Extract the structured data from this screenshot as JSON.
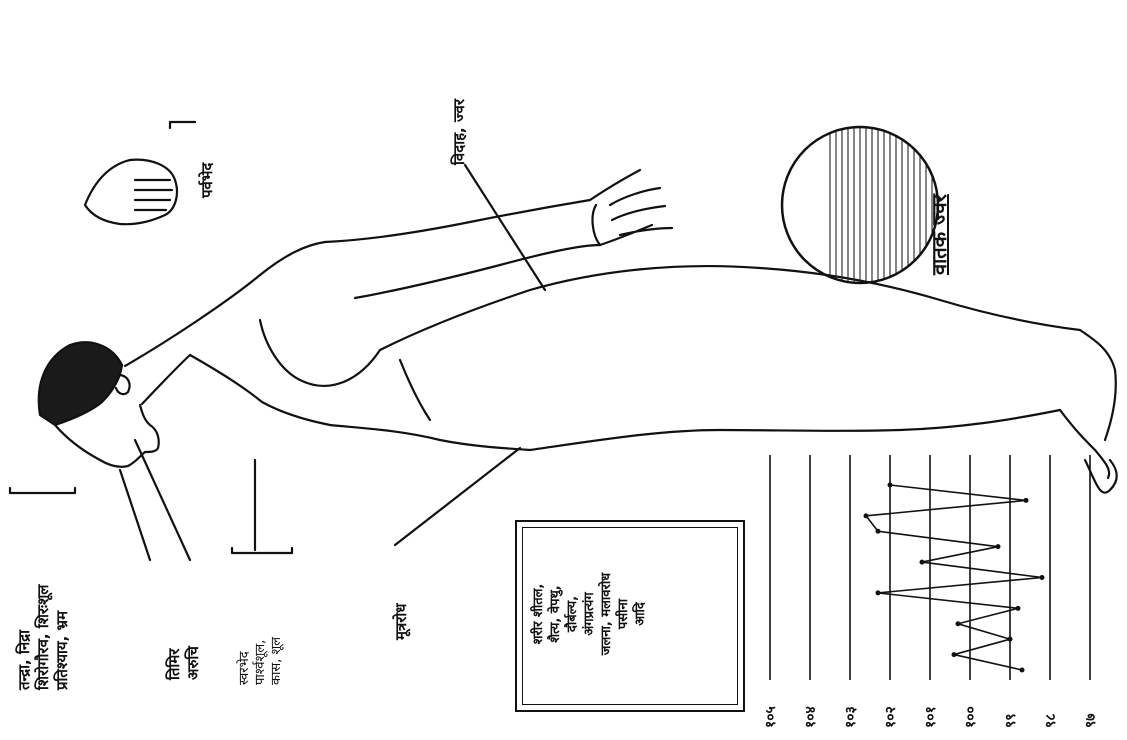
{
  "labels": {
    "head_symptoms": [
      "तन्द्रा, निद्रा",
      "शिरोगौरव, शिरःशूल",
      "प्रतिश्याय, भ्रम"
    ],
    "eye_symptoms": [
      "तिमिर",
      "अरुचि"
    ],
    "throat_symptoms": [
      "स्वरभेद",
      "पार्श्वशूल,",
      "कास, शूल"
    ],
    "abdomen_label": "मूत्ररोध",
    "arm_label": "विदाह, ज्वर",
    "hand_label": "पर्वभेद",
    "fever_type": "वातक ज्वर"
  },
  "box_symptoms": [
    "शरीर शीतल,",
    "शैत्य, वेपथु,",
    "दौर्बल्य,",
    "अंगप्रत्यंग",
    "जलना, मलावरोध",
    "पसीना",
    "आदि"
  ],
  "chart_data": {
    "type": "line",
    "title": "",
    "xlabel": "",
    "ylabel": "",
    "y_ticks": [
      "१०५",
      "१०४",
      "१०३",
      "१०२",
      "१०१",
      "१००",
      "९९",
      "९८",
      "९७"
    ],
    "ylim": [
      97,
      105
    ],
    "grid": true,
    "series": [
      {
        "values": [
          98.7,
          100.4,
          99.0,
          100.3,
          98.8,
          102.3,
          98.2,
          101.2,
          99.3,
          102.3,
          102.6,
          98.6,
          102.0
        ]
      }
    ]
  },
  "colors": {
    "ink": "#111111",
    "paper": "#ffffff",
    "hatch": "#222222"
  }
}
